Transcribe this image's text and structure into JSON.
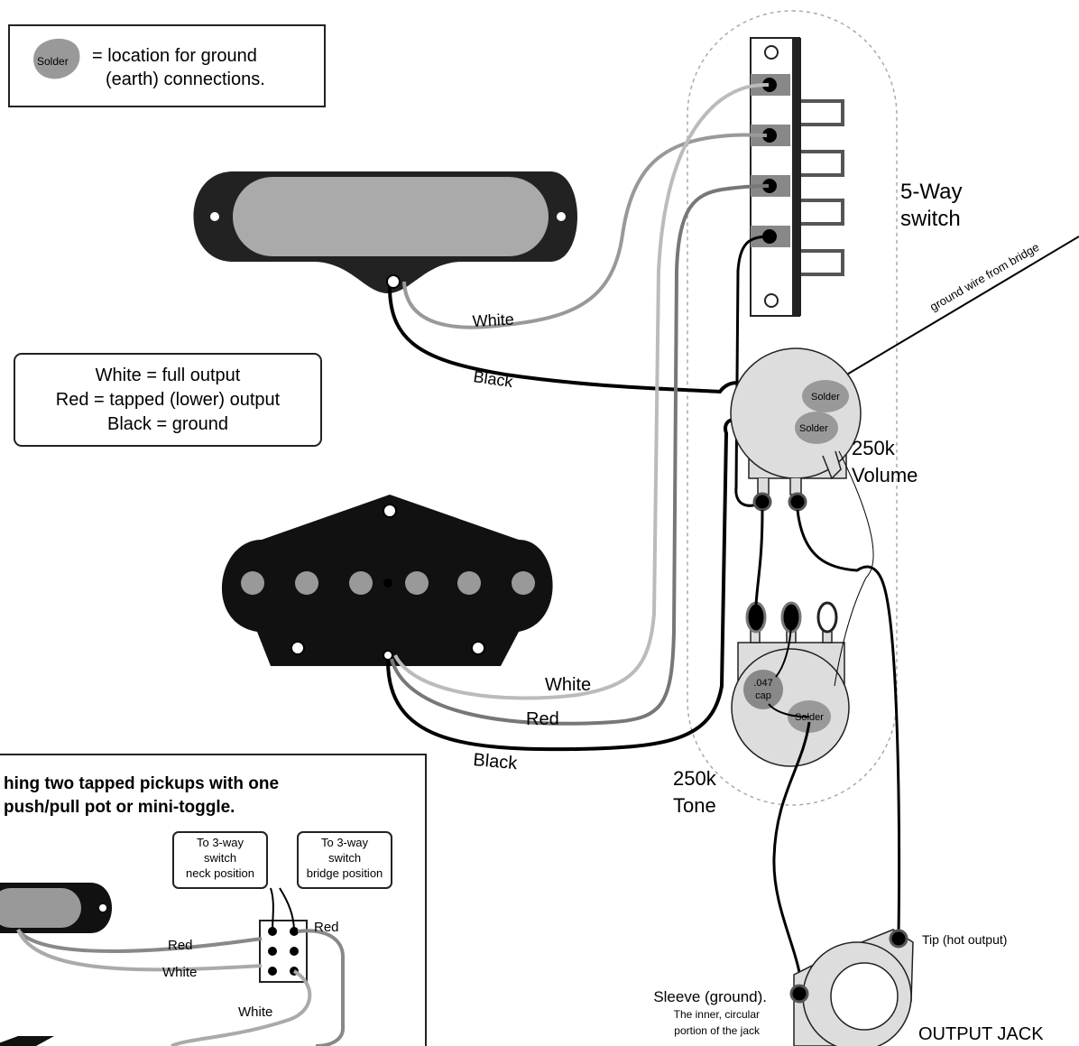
{
  "legend_solder": {
    "blob_label": "Solder",
    "line1": "= location for ground",
    "line2": "(earth) connections."
  },
  "legend_colors": {
    "line1": "White = full output",
    "line2": "Red = tapped (lower) output",
    "line3": "Black = ground"
  },
  "switch": {
    "line1": "5-Way",
    "line2": "switch",
    "ground_wire_label": "ground wire from bridge"
  },
  "neck_wires": {
    "white": "White",
    "black": "Black"
  },
  "bridge_wires": {
    "white": "White",
    "red": "Red",
    "black": "Black"
  },
  "volume": {
    "line1": "250k",
    "line2": "Volume",
    "solder1": "Solder",
    "solder2": "Solder"
  },
  "tone": {
    "line1": "250k",
    "line2": "Tone",
    "cap_line1": ".047",
    "cap_line2": "cap",
    "solder": "Solder"
  },
  "jack": {
    "title": "OUTPUT JACK",
    "tip": "Tip (hot output)",
    "sleeve_line1": "Sleeve (ground).",
    "sleeve_line2": "The inner, circular",
    "sleeve_line3": "portion of the jack"
  },
  "inset": {
    "title_line1": "hing two tapped pickups with one",
    "title_line2": "push/pull pot or mini-toggle.",
    "neck_box": [
      "To 3-way",
      "switch",
      "neck position"
    ],
    "bridge_box": [
      "To 3-way",
      "switch",
      "bridge position"
    ],
    "red_label1": "Red",
    "red_label2": "Red",
    "white_label1": "White",
    "white_label2": "White"
  }
}
